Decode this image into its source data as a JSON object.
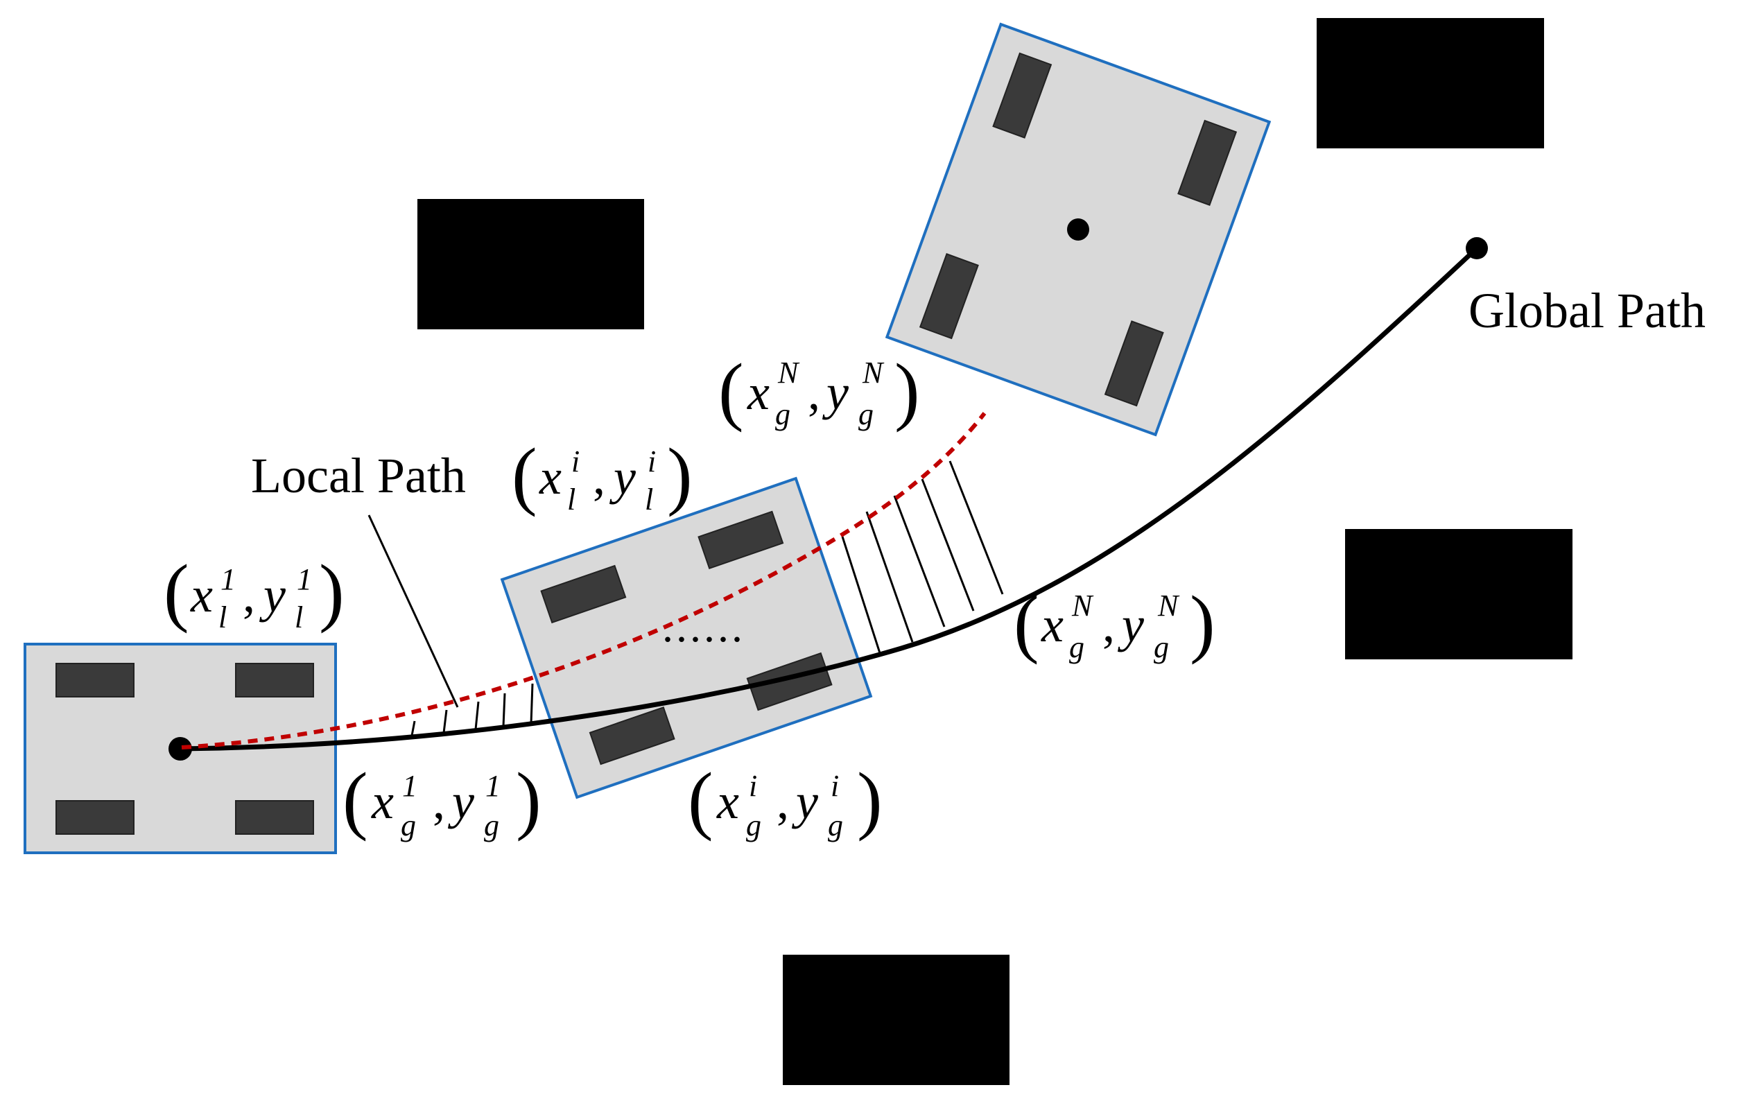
{
  "labels": {
    "global_path": "Global Path",
    "local_path": "Local Path",
    "ellipsis": "......"
  },
  "points": {
    "local_first": {
      "x": "x",
      "y": "y",
      "sub": "l",
      "sup": "1"
    },
    "local_i": {
      "x": "x",
      "y": "y",
      "sub": "l",
      "sup": "i"
    },
    "local_N": {
      "x": "x",
      "y": "y",
      "sub": "g",
      "sup": "N"
    },
    "global_first": {
      "x": "x",
      "y": "y",
      "sub": "g",
      "sup": "1"
    },
    "global_i": {
      "x": "x",
      "y": "y",
      "sub": "g",
      "sup": "i"
    },
    "global_N": {
      "x": "x",
      "y": "y",
      "sub": "g",
      "sup": "N"
    }
  },
  "colors": {
    "vehicle_fill": "#d9d9d9",
    "vehicle_border": "#1f6fbf",
    "wheel": "#3a3a3a",
    "obstacle": "#000000",
    "global_path": "#000000",
    "local_path": "#c00000"
  }
}
